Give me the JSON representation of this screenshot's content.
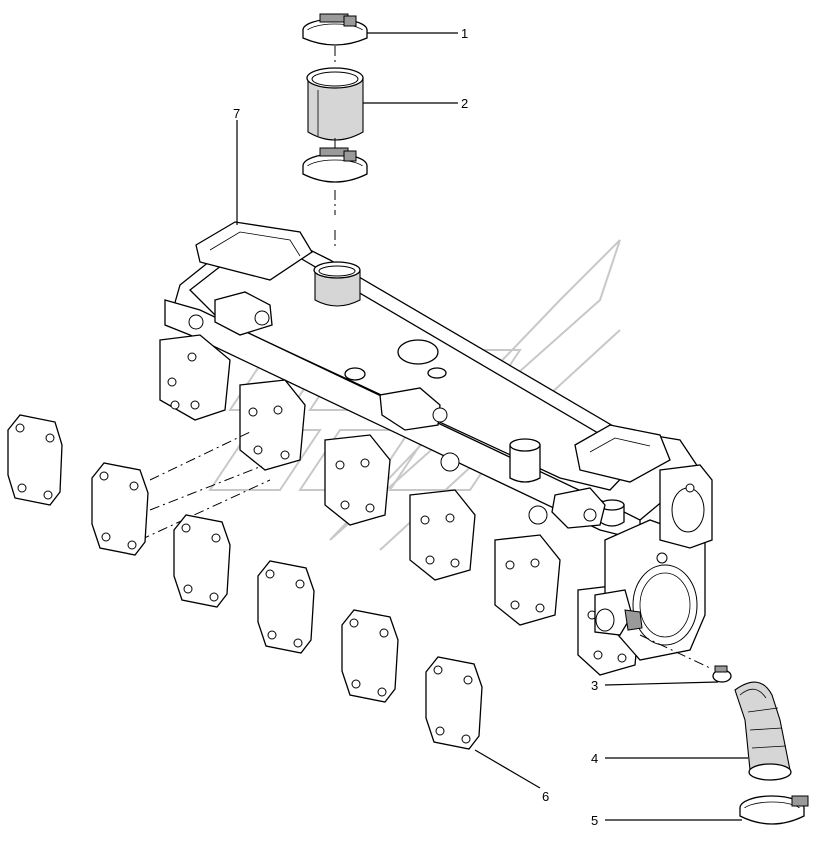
{
  "callouts": [
    {
      "id": "1",
      "label": "1"
    },
    {
      "id": "2",
      "label": "2"
    },
    {
      "id": "3",
      "label": "3"
    },
    {
      "id": "4",
      "label": "4"
    },
    {
      "id": "5",
      "label": "5"
    },
    {
      "id": "6",
      "label": "6"
    },
    {
      "id": "7",
      "label": "7"
    }
  ],
  "colors": {
    "line": "#000000",
    "shade": "#d6d6d6",
    "watermark": "#c8c8c8",
    "background": "#ffffff"
  }
}
